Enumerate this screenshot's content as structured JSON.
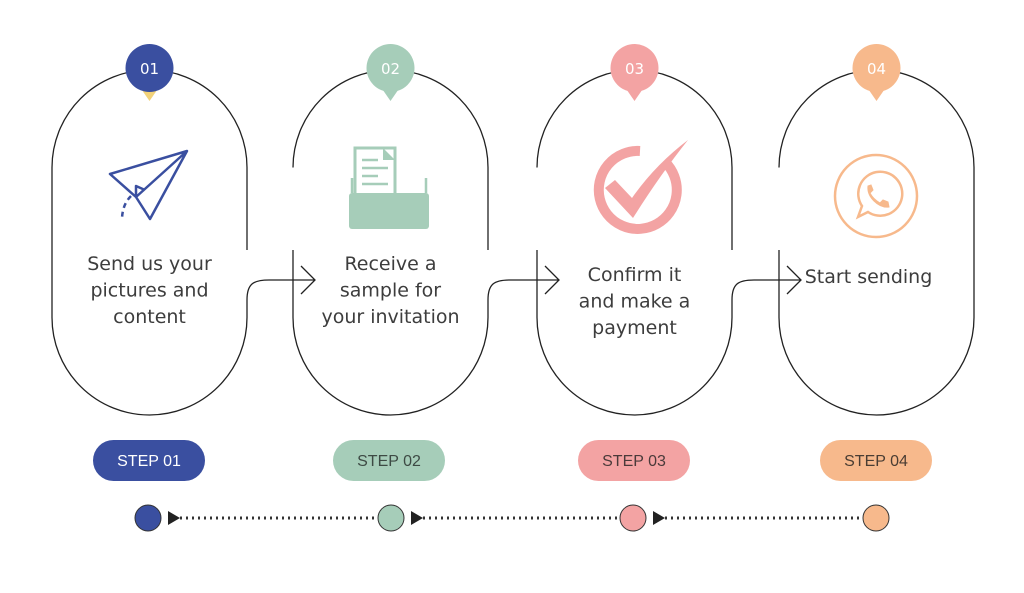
{
  "steps": [
    {
      "number": "01",
      "caption": [
        "Send us your",
        "pictures and",
        "content"
      ],
      "label": "STEP 01",
      "color": "#3a4fa0",
      "text_color": "#ffffff",
      "icon": "paper-plane-icon"
    },
    {
      "number": "02",
      "caption": [
        "Receive a",
        "sample for",
        "your invitation"
      ],
      "label": "STEP 02",
      "color": "#a6cdb9",
      "text_color": "#3d4a44",
      "icon": "folder-document-icon"
    },
    {
      "number": "03",
      "caption": [
        "Confirm it",
        "and make a",
        "payment"
      ],
      "label": "STEP 03",
      "color": "#f3a3a3",
      "text_color": "#4a3a3a",
      "icon": "check-circle-icon"
    },
    {
      "number": "04",
      "caption": [
        "Start sending"
      ],
      "label": "STEP 04",
      "color": "#f7b98c",
      "text_color": "#4a3d33",
      "icon": "whatsapp-icon"
    }
  ],
  "pointer_color_first": "#f2d27a"
}
